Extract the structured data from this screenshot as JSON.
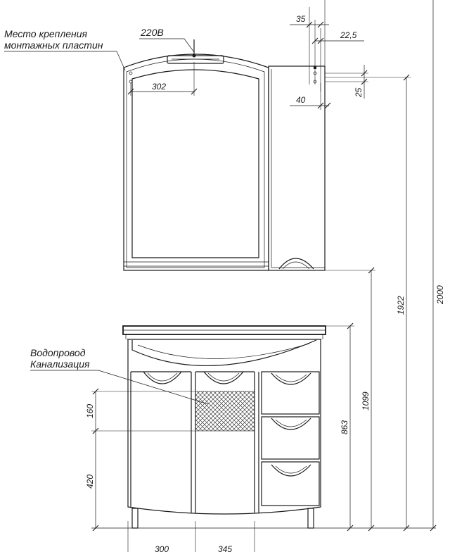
{
  "callouts": {
    "mount_line1": "Место крепления",
    "mount_line2": "монтажных пластин",
    "power": "220В",
    "water_line1": "Водопровод",
    "water_line2": "Канализация"
  },
  "dimensions": {
    "d35": "35",
    "d22_5": "22,5",
    "d302": "302",
    "d25": "25",
    "d40": "40",
    "d2000": "2000",
    "d1922": "1922",
    "d1099": "1099",
    "d863": "863",
    "d160": "160",
    "d420": "420",
    "bottom_left": "300",
    "bottom_right": "345"
  },
  "colors": {
    "line": "#1a1a1a",
    "background": "#ffffff"
  }
}
